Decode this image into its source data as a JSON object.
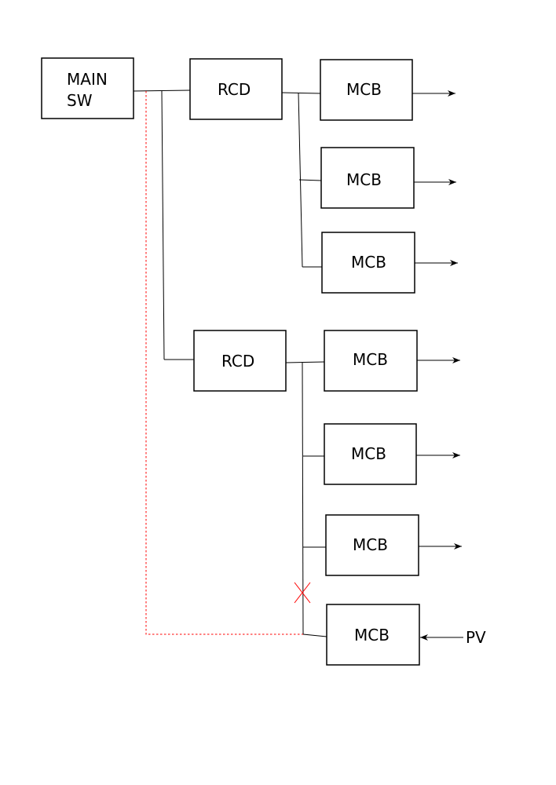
{
  "diagram": {
    "main_switch": {
      "line1": "MAIN",
      "line2": "SW"
    },
    "rcd_label": "RCD",
    "mcb_label": "MCB",
    "pv_label": "PV",
    "colors": {
      "stroke": "#000000",
      "link": "#ff0000",
      "background": "#ffffff"
    }
  }
}
